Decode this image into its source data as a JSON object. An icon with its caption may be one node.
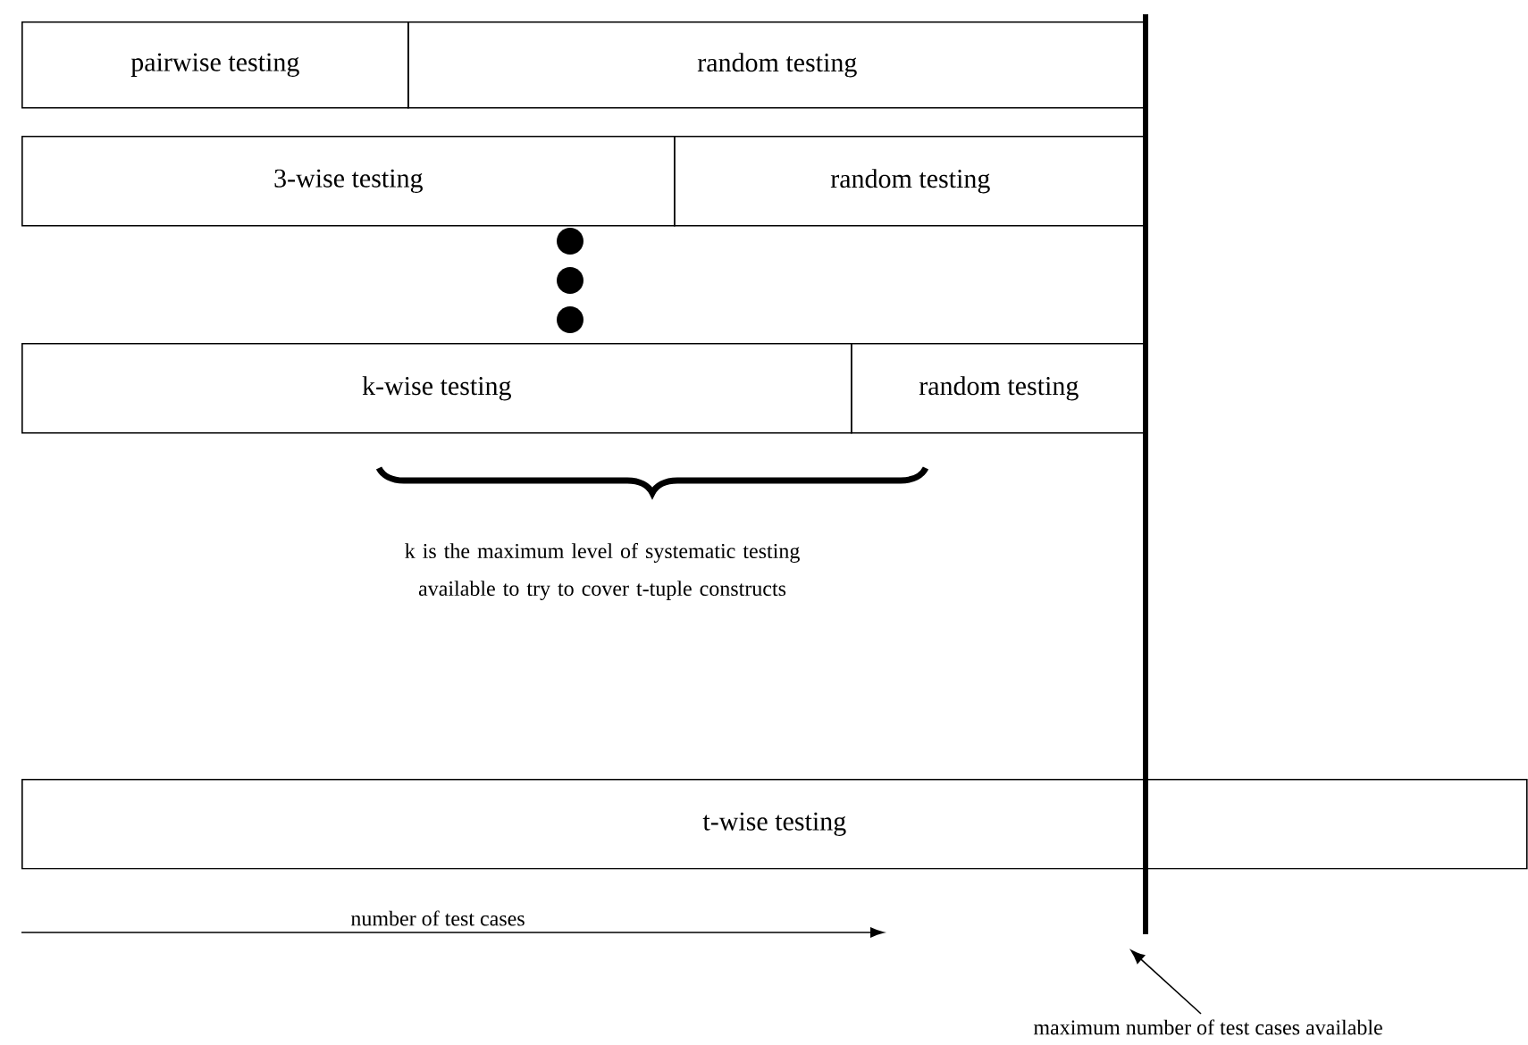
{
  "diagram": {
    "nodes": [
      {
        "text": [
          "pairwise testing"
        ]
      },
      {
        "text": [
          "random testing"
        ]
      },
      {
        "text": [
          "3-wise testing"
        ]
      },
      {
        "text": [
          "random testing"
        ]
      },
      {
        "text": [
          "k-wise testing"
        ]
      },
      {
        "text": [
          "random testing"
        ]
      },
      {
        "text": [
          "t-wise testing"
        ]
      },
      {
        "text": [],
        "shape": "bar"
      },
      {
        "text": [
          "maximum number of test cases available"
        ]
      }
    ],
    "edges": [
      {
        "from": 8,
        "to": 7,
        "arrow": "to"
      }
    ],
    "labels": [
      "k is the maximum level of systematic testing available to try to cover t-tuple constructs",
      "number of test cases"
    ]
  }
}
